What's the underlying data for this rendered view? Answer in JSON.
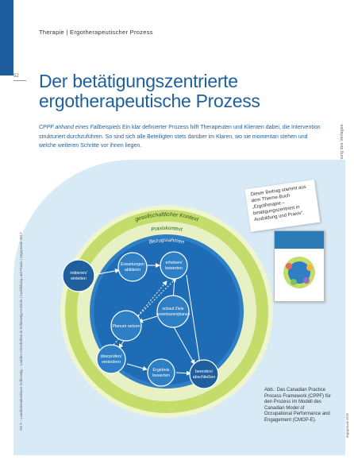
{
  "header": {
    "breadcrumb": "Therapie | Ergotherapeutischer Prozess"
  },
  "page_number": "52",
  "title": {
    "line1": "Der betätigungszentrierte",
    "line2": "ergotherapeutische Prozess"
  },
  "intro": {
    "lead": "CPPF anhand eines Fallbeispiels",
    "body": " Ein klar definierter Prozess hilft Therapeuten und Klienten dabei, die Intervention strukturiert durchzuführen. So sind sich alle Beteiligten stets darüber im Klaren, wo sie momentan stehen und welche weiteren Schritte vor ihnen liegen."
  },
  "side_note": "Dieses Dokument wurde zum persönlichen Gebrauch heruntergeladen. Vervielfältigung nur mit Zustimmung des Verlages.",
  "panel_side_text": "SS 3 – Landeskrankenhaus Schleswig – Landes-Ortschaften in Schleswig-Holstein | Ausbildung und Praxis | ergopraxis 2017",
  "copyright": "ergopraxis 9/16",
  "diagram": {
    "ring_outer": "gesellschaftlicher Kontext",
    "ring_middle": "Praxiskontext",
    "ring_inner": "Bezugsrahmen",
    "nodes": {
      "initiate": [
        "initiieren/",
        "einleiten"
      ],
      "expectations": [
        "Erwartungen",
        "abklären"
      ],
      "assess": [
        "erheben/",
        "bewerten"
      ],
      "goals": [
        "schauf Ziele",
        "vereinbaren/planen"
      ],
      "plan": [
        "Planum setzen"
      ],
      "monitor": [
        "überprüfen/",
        "verändern"
      ],
      "evaluate": [
        "Ergebnis",
        "bewerten"
      ],
      "conclude": [
        "beenden/",
        "abschließen"
      ]
    }
  },
  "book_note": "Dieser Beitrag stammt aus dem Thieme-Buch „Ergotherapie – betätigungszentriert in Ausbildung und Praxis“.",
  "caption": "Abb.: Das Canadian Practice Process Framework (CPPF) für den Prozess im Modell des Canadian Model of Occupational Performance and Engagement (CMOP-E).",
  "colors": {
    "brand_blue": "#1f5f9e",
    "panel_bg": "#d8eaf6",
    "ring_green": "#c4dc6a",
    "circle_blue": "#2f7fc4"
  }
}
